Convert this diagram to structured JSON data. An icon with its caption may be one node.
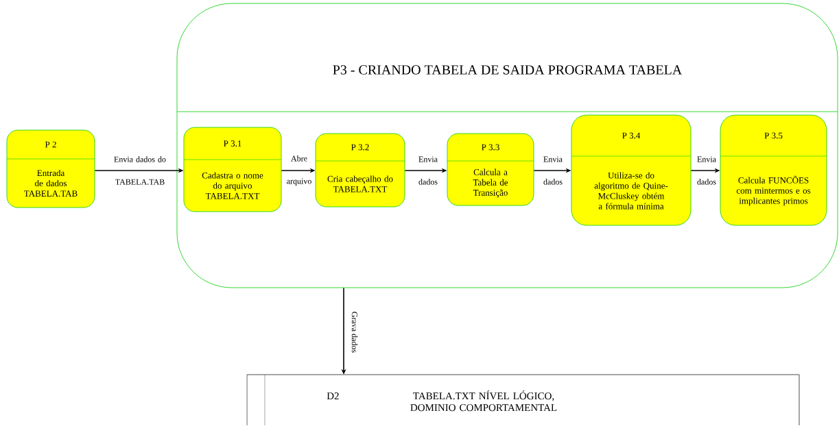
{
  "diagram": {
    "nodes": [
      {
        "text": [
          "P 2",
          "Entrada de dados TABELA.TAB"
        ]
      },
      {
        "text": [
          "P3 - CRIANDO TABELA DE SAIDA PROGRAMA TABELA"
        ]
      },
      {
        "text": [
          "P 3.1",
          "Cadastra o nome do arquivo TABELA.TXT"
        ],
        "in": 1
      },
      {
        "text": [
          "P 3.2",
          "Cria cabeçalho do TABELA.TXT"
        ],
        "in": 1
      },
      {
        "text": [
          "P 3.3",
          "Calcula a Tabela de Transição"
        ],
        "in": 1
      },
      {
        "text": [
          "P 3.4",
          "Utiliza-se do algoritmo de Quine-McCluskey obtém a fórmula mínima"
        ],
        "in": 1
      },
      {
        "text": [
          "P 3.5",
          "Calcula FUNCÕES com mintermos e os implicantes primos"
        ],
        "in": 1
      },
      {
        "text": [
          "D2",
          "TABELA.TXT NÍVEL LÓGICO, DOMINIO COMPORTAMENTAL"
        ]
      }
    ],
    "edges": [
      {
        "from": 0,
        "to": 2,
        "arrow": "to",
        "label": "Envia dados do TABELA.TAB"
      },
      {
        "from": 2,
        "to": 3,
        "arrow": "to",
        "label": "Abre arquivo"
      },
      {
        "from": 3,
        "to": 4,
        "arrow": "to",
        "label": "Envia dados"
      },
      {
        "from": 4,
        "to": 5,
        "arrow": "to",
        "label": "Envia dados"
      },
      {
        "from": 5,
        "to": 6,
        "arrow": "to",
        "label": "Envia dados"
      },
      {
        "from": 1,
        "to": 7,
        "arrow": "to",
        "label": "Grava dados"
      }
    ]
  }
}
